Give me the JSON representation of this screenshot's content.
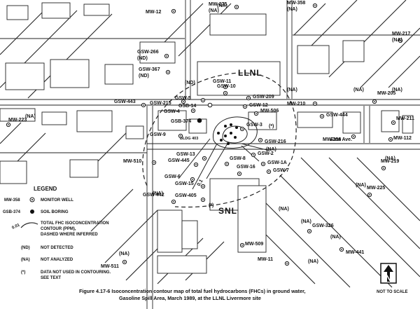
{
  "site_labels": {
    "llnl": "LLNL",
    "snl": "SNL"
  },
  "street": "East Ave.",
  "building_label": "BLDG 403",
  "contour_label": "0.1",
  "wells": [
    {
      "id": "MW-12"
    },
    {
      "id": "MW-275",
      "na": "(NA)"
    },
    {
      "id": "MW-358",
      "na": "(NA)"
    },
    {
      "id": "MW-217",
      "na": "(NA)"
    },
    {
      "id": "GSW-266",
      "nd": "(ND)"
    },
    {
      "id": "GSW-367",
      "nd": "(ND)"
    },
    {
      "id": "GSW-11"
    },
    {
      "id": "GSW-443"
    },
    {
      "id": "GSW-215"
    },
    {
      "id": "GSW-10"
    },
    {
      "id": "GSW-5"
    },
    {
      "id": "GSW-4"
    },
    {
      "id": "GSW-209"
    },
    {
      "id": "GSW-12"
    },
    {
      "id": "MW-506"
    },
    {
      "id": "MW-210"
    },
    {
      "id": "GSW-444"
    },
    {
      "id": "MW-205"
    },
    {
      "id": "MW-211"
    },
    {
      "id": "MW-223"
    },
    {
      "id": "GSW-3"
    },
    {
      "id": "GSW-216"
    },
    {
      "id": "MW-256"
    },
    {
      "id": "MW-112"
    },
    {
      "id": "GSW-2"
    },
    {
      "id": "GSW-9"
    },
    {
      "id": "GSW-13"
    },
    {
      "id": "MW-510"
    },
    {
      "id": "GSW-445"
    },
    {
      "id": "GSW-8"
    },
    {
      "id": "GSW-1A"
    },
    {
      "id": "GSW-7"
    },
    {
      "id": "GSW-16"
    },
    {
      "id": "MW-219"
    },
    {
      "id": "GSW-6"
    },
    {
      "id": "GSW-15"
    },
    {
      "id": "MW-225"
    },
    {
      "id": "GSW-442"
    },
    {
      "id": "GSW-405"
    },
    {
      "id": "GSW-326"
    },
    {
      "id": "MW-509"
    },
    {
      "id": "MW-441"
    },
    {
      "id": "MW-511"
    },
    {
      "id": "MW-11"
    },
    {
      "id": "GSB-14"
    }
  ],
  "borings": [
    {
      "id": "GSB-374"
    }
  ],
  "annotations": {
    "na": "(NA)",
    "nd": "(ND)",
    "star": "(*)"
  },
  "legend": {
    "title": "LEGEND",
    "monitor_well_id": "MW-358",
    "monitor_well": "MONITOR WELL",
    "boring_id": "GSB-374",
    "boring": "SOIL BORING",
    "contour_sample": "0.01",
    "contour_text_1": "TOTAL FHC ISOCONCENTRATION",
    "contour_text_2": "CONTOUR (PPM),",
    "contour_text_3": "DASHED WHERE INFERRED",
    "nd_key": "(ND)",
    "nd_text": "NOT DETECTED",
    "na_key": "(NA)",
    "na_text": "NOT ANALYZED",
    "star_key": "(*)",
    "star_text_1": "DATA NOT USED IN CONTOURING.",
    "star_text_2": "SEE TEXT"
  },
  "north": {
    "letter": "N",
    "scale_note": "NOT TO SCALE"
  },
  "caption": {
    "line1": "Figure 4.17-6  Isoconcentration contour map of total fuel hydrocarbons (FHCs) in ground water,",
    "line2": "Gasoline Spill Area, March 1989, at the LLNL Livermore site"
  }
}
